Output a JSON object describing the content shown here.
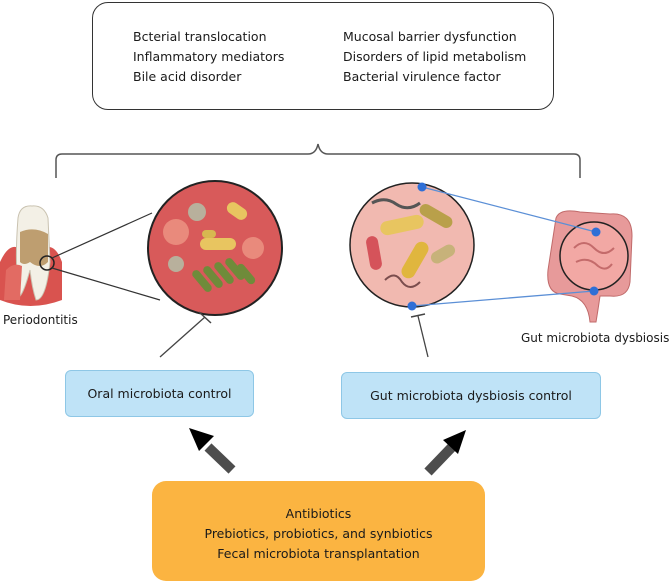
{
  "mechanisms": {
    "left": [
      "Bcterial translocation",
      "Inflammatory mediators",
      "Bile acid disorder"
    ],
    "right": [
      "Mucosal barrier dysfunction",
      "Disorders of lipid metabolism",
      "Bacterial virulence factor"
    ]
  },
  "labels": {
    "periodontitis": "Periodontitis",
    "gut_dysbiosis": "Gut microbiota dysbiosis"
  },
  "controls": {
    "oral": "Oral microbiota control",
    "gut": "Gut microbiota dysbiosis control"
  },
  "treatments": [
    "Antibiotics",
    "Prebiotics, probiotics, and synbiotics",
    "Fecal microbiota transplantation"
  ],
  "colors": {
    "control_fill": "#bfe3f7",
    "treatment_fill": "#fbb441",
    "connector_blue": "#5b8fd6"
  }
}
